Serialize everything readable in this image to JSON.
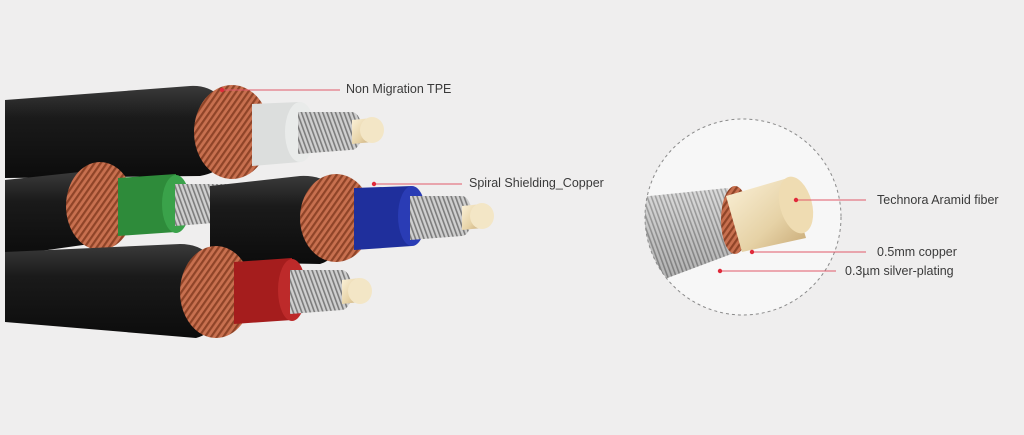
{
  "labels": {
    "tpe": "Non Migration TPE",
    "shield": "Spiral Shielding_Copper",
    "aramid": "Technora Aramid fiber",
    "copper": "0.5mm copper",
    "silver": "0.3µm silver-plating"
  },
  "colors": {
    "background": "#efeeee",
    "jacket": "#1c1c1c",
    "copper_shield": "#c8704f",
    "insulation_white": "#dcdedd",
    "insulation_green": "#2e8b3a",
    "insulation_blue": "#1f2f9c",
    "insulation_red": "#a51d1d",
    "aramid_core": "#e8d6b0",
    "leader_line": "#e05a6a",
    "leader_dot": "#e02a3a"
  }
}
